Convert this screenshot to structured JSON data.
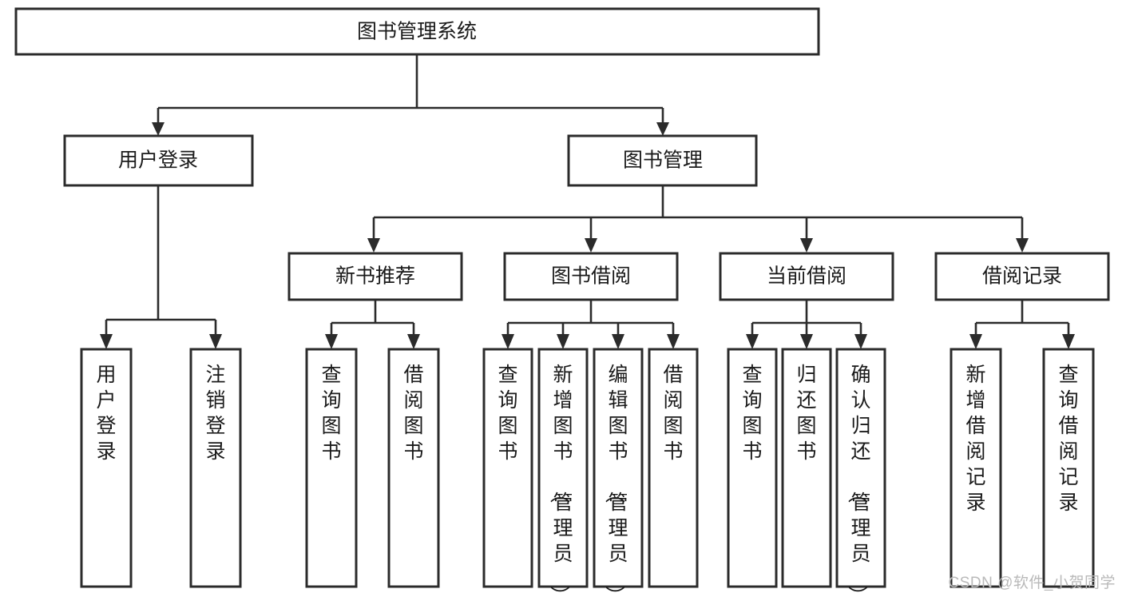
{
  "diagram": {
    "type": "tree",
    "title": "图书管理系统",
    "orientation": "top-down",
    "root": {
      "id": "root",
      "label": "图书管理系统"
    },
    "level2": [
      {
        "id": "user-login",
        "label": "用户登录"
      },
      {
        "id": "book-manage",
        "label": "图书管理"
      }
    ],
    "level3": [
      {
        "id": "new-book-recommend",
        "label": "新书推荐",
        "parent": "book-manage"
      },
      {
        "id": "book-borrow",
        "label": "图书借阅",
        "parent": "book-manage"
      },
      {
        "id": "current-borrow",
        "label": "当前借阅",
        "parent": "book-manage"
      },
      {
        "id": "borrow-record",
        "label": "借阅记录",
        "parent": "book-manage"
      }
    ],
    "leaves": [
      {
        "id": "leaf-1",
        "label": "用户登录",
        "parent": "user-login"
      },
      {
        "id": "leaf-2",
        "label": "注销登录",
        "parent": "user-login"
      },
      {
        "id": "leaf-3",
        "label": "查询图书",
        "parent": "new-book-recommend"
      },
      {
        "id": "leaf-4",
        "label": "借阅图书",
        "parent": "new-book-recommend"
      },
      {
        "id": "leaf-5",
        "label": "查询图书",
        "parent": "book-borrow"
      },
      {
        "id": "leaf-6",
        "label": "新增图书（管理员）",
        "parent": "book-borrow"
      },
      {
        "id": "leaf-7",
        "label": "编辑图书（管理员）",
        "parent": "book-borrow"
      },
      {
        "id": "leaf-8",
        "label": "借阅图书",
        "parent": "book-borrow"
      },
      {
        "id": "leaf-9",
        "label": "查询图书",
        "parent": "current-borrow"
      },
      {
        "id": "leaf-10",
        "label": "归还图书",
        "parent": "current-borrow"
      },
      {
        "id": "leaf-11",
        "label": "确认归还（管理员）",
        "parent": "current-borrow"
      },
      {
        "id": "leaf-12",
        "label": "新增借阅记录",
        "parent": "borrow-record"
      },
      {
        "id": "leaf-13",
        "label": "查询借阅记录",
        "parent": "borrow-record"
      }
    ]
  },
  "watermark": {
    "text": "CSDN @软件_小贺同学"
  },
  "colors": {
    "box_stroke": "#2b2b2b",
    "box_fill": "#ffffff",
    "text": "#1a1a1a",
    "background": "#ffffff",
    "watermark": "#b9b9b9"
  }
}
